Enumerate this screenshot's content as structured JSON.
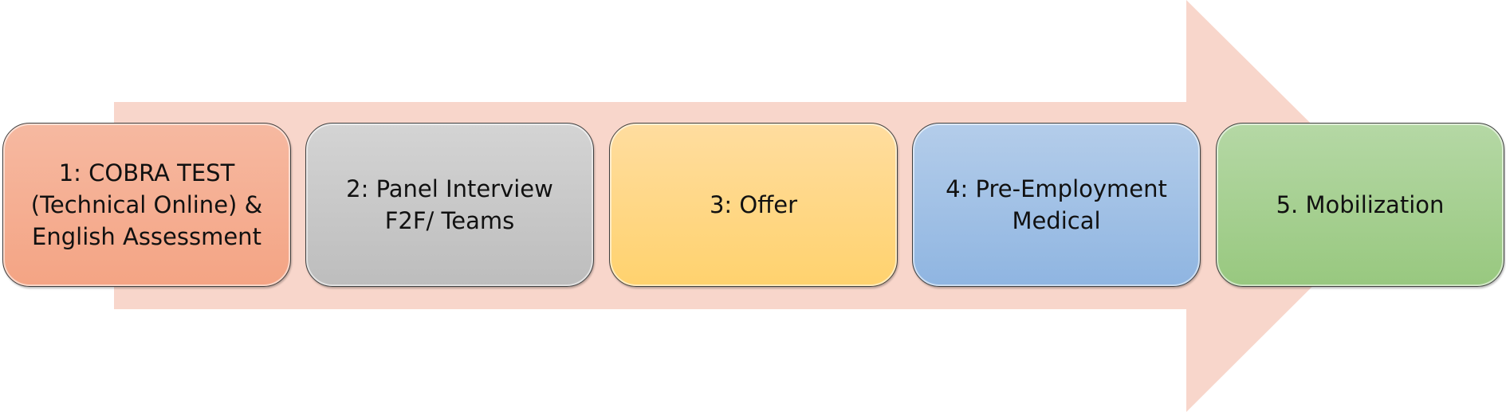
{
  "colors": {
    "arrow": "#f8d6cb",
    "step1": "#f5ab8c",
    "step2": "#c8c8c8",
    "step3": "#ffd67f",
    "step4": "#9dbfe5",
    "step5": "#a7d090",
    "border": "#404040"
  },
  "steps": [
    {
      "label": "1:  COBRA TEST\n(Technical Online) &\nEnglish Assessment"
    },
    {
      "label": "2:  Panel Interview\nF2F/ Teams"
    },
    {
      "label": "3:  Offer"
    },
    {
      "label": "4: Pre-Employment\nMedical"
    },
    {
      "label": "5. Mobilization"
    }
  ]
}
